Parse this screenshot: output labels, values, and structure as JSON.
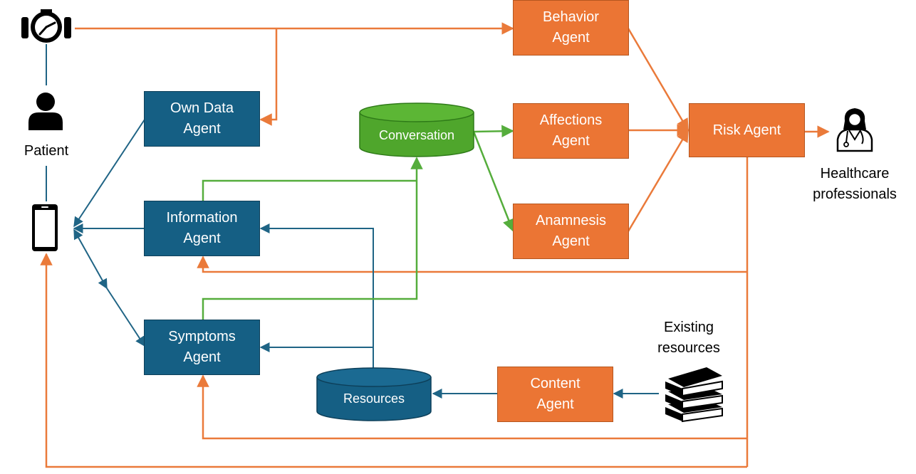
{
  "actors": {
    "patient": "Patient",
    "healthcare": "Healthcare\nprofessionals",
    "existing_resources": "Existing\nresources"
  },
  "agents": {
    "own_data": "Own Data\nAgent",
    "information": "Information\nAgent",
    "symptoms": "Symptoms\nAgent",
    "behavior": "Behavior\nAgent",
    "affections": "Affections\nAgent",
    "anamnesis": "Anamnesis\nAgent",
    "risk": "Risk Agent",
    "content": "Content\nAgent"
  },
  "stores": {
    "conversation": "Conversation",
    "resources": "Resources"
  },
  "colors": {
    "agent_blue": "#155f84",
    "agent_orange": "#eb7534",
    "conversation_green": "#4fa62c",
    "edge_orange": "#ea7a3a",
    "edge_blue": "#1f6485",
    "edge_green": "#55ad3c",
    "icon_black": "#000000"
  },
  "icons": [
    "smartwatch-icon",
    "person-icon",
    "smartphone-icon",
    "doctor-icon",
    "books-icon"
  ]
}
